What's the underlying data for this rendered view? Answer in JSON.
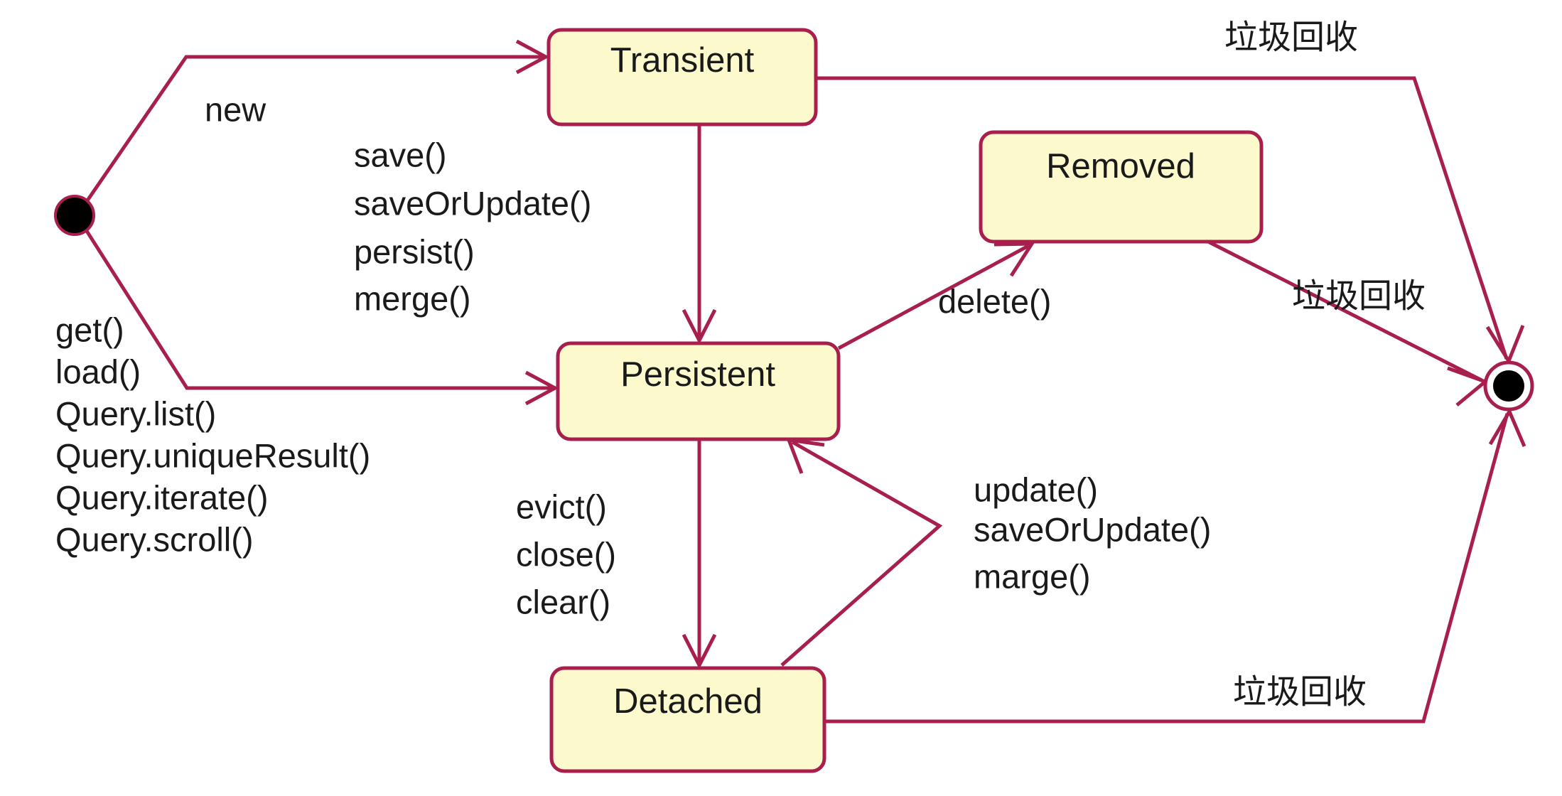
{
  "diagram": {
    "title": "Hibernate Object State Transition Diagram",
    "type": "uml-state-machine",
    "colors": {
      "state_fill": "#fcfacd",
      "state_border": "#a81f4d",
      "transition": "#a81f4d",
      "text": "#1a1a1a",
      "background": "#ffffff"
    },
    "states": [
      {
        "id": "transient",
        "label": "Transient"
      },
      {
        "id": "persistent",
        "label": "Persistent"
      },
      {
        "id": "detached",
        "label": "Detached"
      },
      {
        "id": "removed",
        "label": "Removed"
      }
    ],
    "pseudo_states": [
      {
        "id": "initial",
        "kind": "initial-node"
      },
      {
        "id": "final",
        "kind": "final-node"
      }
    ],
    "transitions": [
      {
        "id": "t-new",
        "from": "initial",
        "to": "transient",
        "label_lines": [
          "new"
        ]
      },
      {
        "id": "t-load",
        "from": "initial",
        "to": "persistent",
        "label_lines": [
          "get()",
          "load()",
          "Query.list()",
          "Query.uniqueResult()",
          "Query.iterate()",
          "Query.scroll()"
        ]
      },
      {
        "id": "t-save",
        "from": "transient",
        "to": "persistent",
        "label_lines": [
          "save()",
          "saveOrUpdate()",
          "persist()",
          "merge()"
        ]
      },
      {
        "id": "t-evict",
        "from": "persistent",
        "to": "detached",
        "label_lines": [
          "evict()",
          "close()",
          "clear()"
        ]
      },
      {
        "id": "t-reattach",
        "from": "detached",
        "to": "persistent",
        "label_lines": [
          "update()",
          "saveOrUpdate()",
          "marge()"
        ]
      },
      {
        "id": "t-delete",
        "from": "persistent",
        "to": "removed",
        "label_lines": [
          "delete()"
        ]
      },
      {
        "id": "t-gc-transient",
        "from": "transient",
        "to": "final",
        "label_lines": [
          "垃圾回收"
        ]
      },
      {
        "id": "t-gc-removed",
        "from": "removed",
        "to": "final",
        "label_lines": [
          "垃圾回收"
        ]
      },
      {
        "id": "t-gc-detached",
        "from": "detached",
        "to": "final",
        "label_lines": [
          "垃圾回收"
        ]
      }
    ],
    "labels": {
      "transient": "Transient",
      "persistent": "Persistent",
      "detached": "Detached",
      "removed": "Removed",
      "new": "new",
      "get": "get()",
      "load": "load()",
      "query_list": "Query.list()",
      "query_unique_result": "Query.uniqueResult()",
      "query_iterate": "Query.iterate()",
      "query_scroll": "Query.scroll()",
      "save": "save()",
      "save_or_update": "saveOrUpdate()",
      "persist": "persist()",
      "merge": "merge()",
      "evict": "evict()",
      "close": "close()",
      "clear": "clear()",
      "update": "update()",
      "save_or_update_2": "saveOrUpdate()",
      "marge": "marge()",
      "delete": "delete()",
      "gc_top": "垃圾回收",
      "gc_middle": "垃圾回收",
      "gc_bottom": "垃圾回收"
    }
  }
}
